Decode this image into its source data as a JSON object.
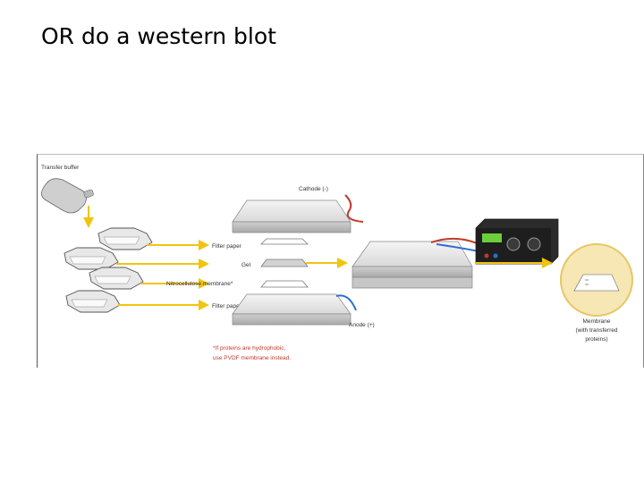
{
  "slide": {
    "title": "OR do a western blot"
  },
  "diagram": {
    "transfer_buffer": "Transfer buffer",
    "cathode": "Cathode (-)",
    "anode": "Anode (+)",
    "filter_paper_top": "Filter paper",
    "gel": "Gel",
    "membrane_layer": "Nitrocellulose membrane*",
    "filter_paper_bottom": "Filter paper",
    "note_line1": "*If proteins are hydrophobic,",
    "note_line2": "use PVDF membrane instead.",
    "result_line1": "Membrane",
    "result_line2": "(with transferred",
    "result_line3": "proteins)",
    "colors": {
      "arrow": "#f1c40f",
      "cathode_wire": "#c0392b",
      "anode_wire": "#2e6fd1",
      "note": "#c0392b",
      "result_circle": "#f7e7b5"
    }
  }
}
